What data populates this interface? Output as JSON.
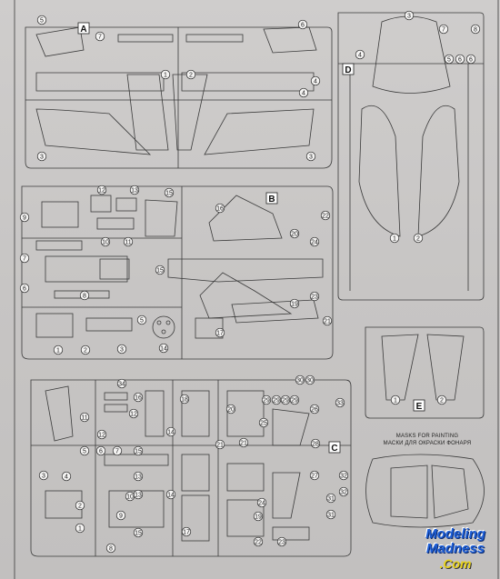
{
  "sheet": {
    "sprue_letters": {
      "a": "A",
      "b": "B",
      "c": "C",
      "d": "D",
      "e": "E"
    },
    "mask_title_en": "MASKS FOR PAINTING",
    "mask_title_ru": "МАСКИ ДЛЯ ОКРАСКИ ФОНАРЯ"
  },
  "part_numbers": {
    "sprue_a": [
      "5",
      "7",
      "6",
      "1",
      "2",
      "4",
      "3",
      "3",
      "4"
    ],
    "sprue_d": [
      "3",
      "7",
      "8",
      "4",
      "5",
      "6",
      "6",
      "1",
      "2"
    ],
    "sprue_b": [
      "9",
      "12",
      "13",
      "15",
      "16",
      "10",
      "11",
      "22",
      "20",
      "24",
      "7",
      "6",
      "8",
      "15",
      "5",
      "19",
      "23",
      "2",
      "21",
      "1",
      "3",
      "14",
      "17"
    ],
    "sprue_e": [
      "1",
      "2"
    ],
    "sprue_c": [
      "34",
      "30",
      "30",
      "16",
      "18",
      "29",
      "29",
      "29",
      "29",
      "33",
      "11",
      "20",
      "26",
      "12",
      "12",
      "14",
      "25",
      "21",
      "5",
      "6",
      "7",
      "15",
      "28",
      "21",
      "3",
      "4",
      "13",
      "13",
      "27",
      "32",
      "2",
      "10",
      "14",
      "31",
      "9",
      "24",
      "32",
      "1",
      "15",
      "17",
      "8",
      "19",
      "31",
      "22",
      "23"
    ]
  },
  "watermark": {
    "line1": "Modeling",
    "line2": "Madness",
    "line3": ".Com"
  }
}
